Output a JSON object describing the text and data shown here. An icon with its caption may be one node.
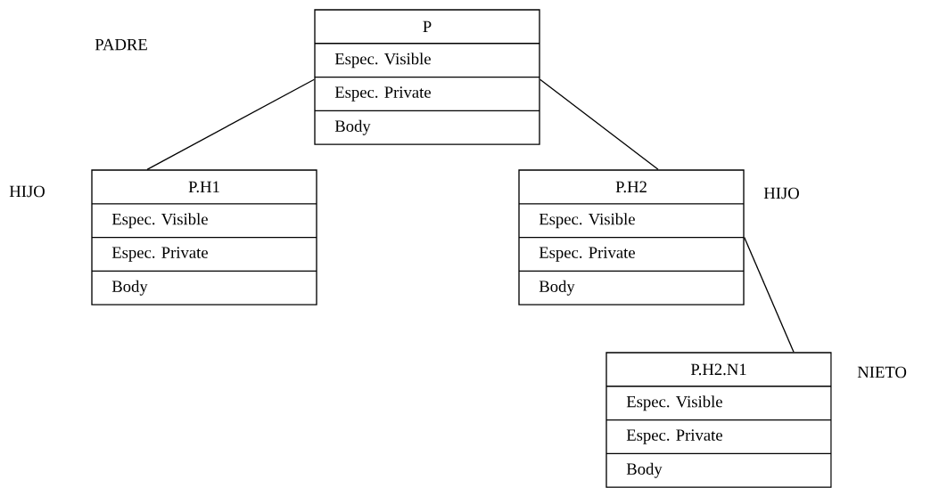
{
  "diagram": {
    "nodes": [
      {
        "text": [
          "P",
          "Espec. Visible",
          "Espec. Private",
          "Body"
        ]
      },
      {
        "text": [
          "P.H1",
          "Espec. Visible",
          "Espec. Private",
          "Body"
        ]
      },
      {
        "text": [
          "P.H2",
          "Espec. Visible",
          "Espec. Private",
          "Body"
        ]
      },
      {
        "text": [
          "P.H2.N1",
          "Espec. Visible",
          "Espec. Private",
          "Body"
        ]
      }
    ],
    "edges": [
      {
        "from": 0,
        "to": 1,
        "arrow": "none"
      },
      {
        "from": 0,
        "to": 2,
        "arrow": "none"
      },
      {
        "from": 2,
        "to": 3,
        "arrow": "none"
      }
    ],
    "labels": [
      "PADRE",
      "HIJO",
      "HIJO",
      "NIETO"
    ]
  }
}
